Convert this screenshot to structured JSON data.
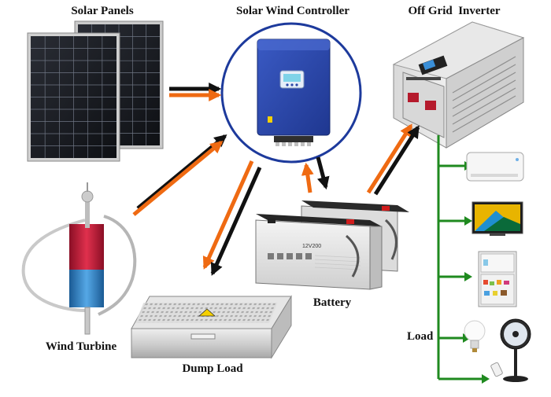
{
  "labels": {
    "solar_panels": "Solar Panels",
    "controller": "Solar Wind Controller",
    "inverter": "Off Grid  Inverter",
    "battery": "Battery",
    "wind_turbine": "Wind Turbine",
    "dump_load": "Dump Load",
    "load": "Load"
  },
  "controller_brand": "",
  "battery_text": "12V200",
  "colors": {
    "controller_blue": "#2b46a6",
    "ring_blue": "#1d3a9c",
    "arrow_orange": "#ef6a12",
    "arrow_black": "#111111",
    "wire_green": "#1f8a1f",
    "turbine_red": "#c8203c",
    "turbine_blue": "#2e86c8"
  },
  "icons": [
    "solar-panel-icon",
    "controller-icon",
    "inverter-icon",
    "battery-icon",
    "wind-turbine-icon",
    "dump-load-icon",
    "air-conditioner-icon",
    "tv-icon",
    "fridge-icon",
    "bulb-icon",
    "fan-icon"
  ]
}
